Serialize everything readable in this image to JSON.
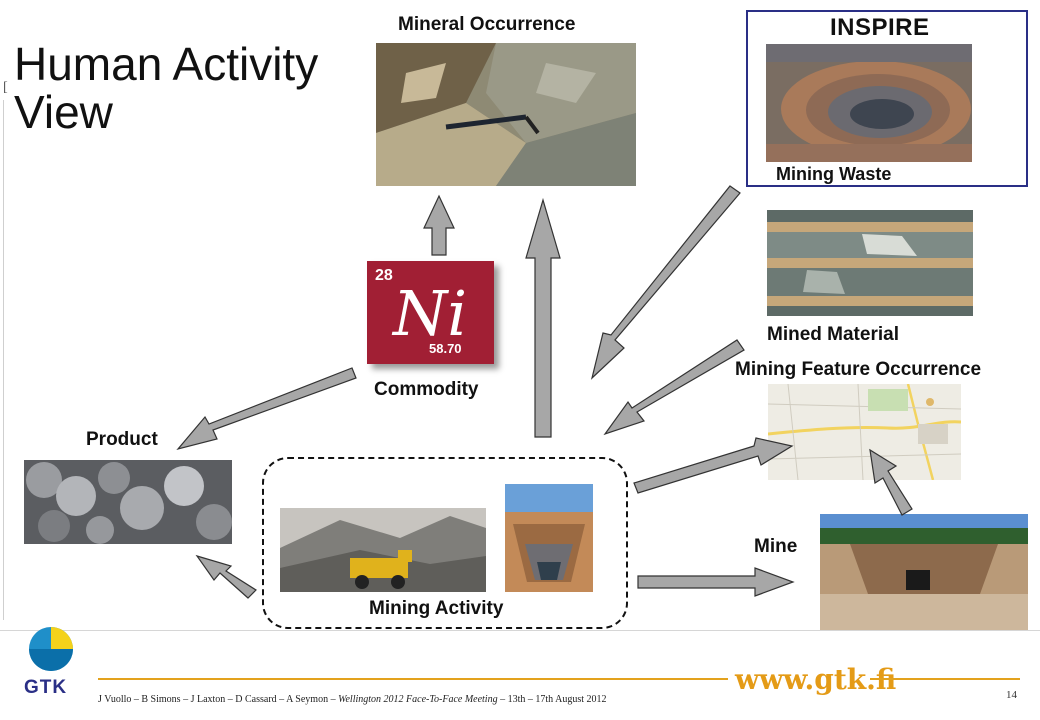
{
  "title_line1": "Human Activity",
  "title_line2": "View",
  "bracket": "[",
  "labels": {
    "mineral_occurrence": "Mineral Occurrence",
    "inspire": "INSPIRE",
    "mining_waste": "Mining Waste",
    "mined_material": "Mined Material",
    "mining_feature_occurrence": "Mining Feature Occurrence",
    "commodity": "Commodity",
    "product": "Product",
    "mine": "Mine",
    "mining_activity": "Mining Activity"
  },
  "nickel": {
    "atomic_number": "28",
    "symbol": "Ni",
    "atomic_mass": "58.70"
  },
  "footer": {
    "authors": "J Vuollo – B Simons – J Laxton – D Cassard – A Seymon – ",
    "event": "Wellington 2012 Face-To-Face Meeting",
    "dates": " – 13th – 17th August 2012",
    "url": "www.gtk.fi",
    "page": "14",
    "logo_text": "GTK"
  },
  "colors": {
    "arrow": "#a7a7a7",
    "brand_blue": "#2a2f86",
    "gold": "#e3a21d",
    "nickel_red": "#a11f34"
  }
}
